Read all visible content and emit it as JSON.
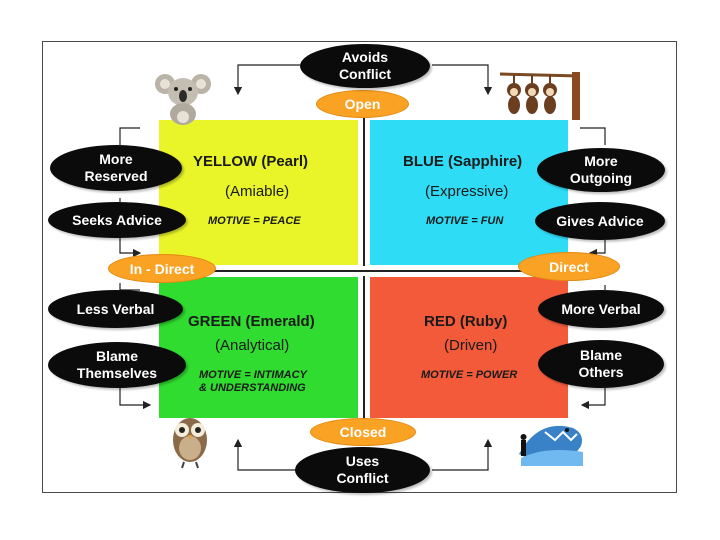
{
  "top": {
    "avoids": "Avoids\nConflict",
    "open": "Open"
  },
  "bottom": {
    "closed": "Closed",
    "uses": "Uses\nConflict"
  },
  "middle": {
    "indirect": "In - Direct",
    "direct": "Direct"
  },
  "left": {
    "more_reserved": "More\nReserved",
    "seeks_advice": "Seeks Advice",
    "less_verbal": "Less Verbal",
    "blame_themselves": "Blame\nThemselves"
  },
  "right": {
    "more_outgoing": "More\nOutgoing",
    "gives_advice": "Gives Advice",
    "more_verbal": "More Verbal",
    "blame_others": "Blame\nOthers"
  },
  "quadrants": {
    "yellow": {
      "title": "YELLOW (Pearl)",
      "sub": "(Amiable)",
      "motive": "MOTIVE = PEACE"
    },
    "blue": {
      "title": "BLUE (Sapphire)",
      "sub": "(Expressive)",
      "motive": "MOTIVE = FUN"
    },
    "green": {
      "title": "GREEN (Emerald)",
      "sub": "(Analytical)",
      "motive_line1": "MOTIVE = INTIMACY",
      "motive_line2": "& UNDERSTANDING"
    },
    "red": {
      "title": "RED (Ruby)",
      "sub": "(Driven)",
      "motive": "MOTIVE = POWER"
    }
  },
  "icons": [
    "koala-icon",
    "monkeys-icon",
    "owl-icon",
    "shark-icon"
  ],
  "colors": {
    "yellow": "#e9f529",
    "blue": "#2fdcf5",
    "green": "#2fdc2f",
    "red": "#f25a3a",
    "orange": "#f9a224"
  }
}
